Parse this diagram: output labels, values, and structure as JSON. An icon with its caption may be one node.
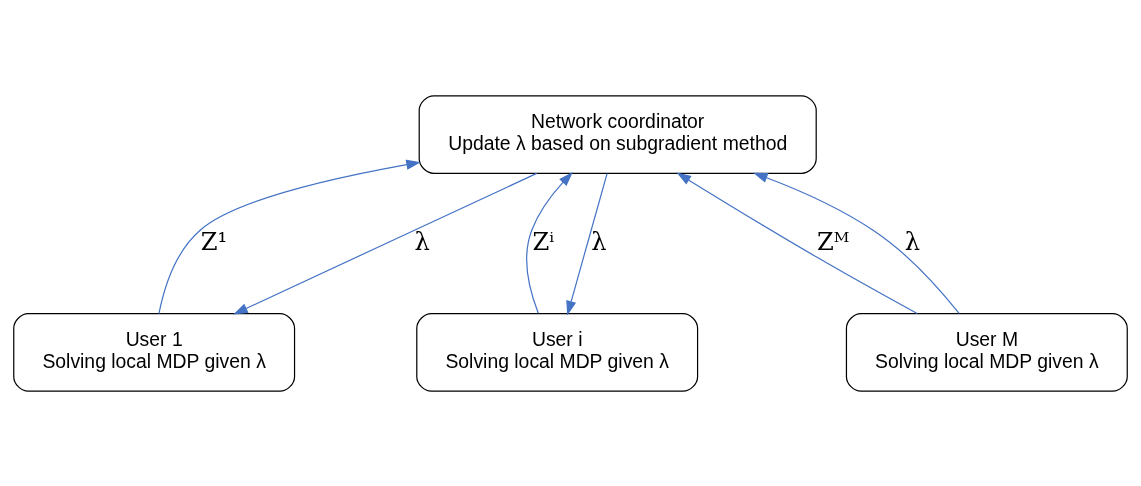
{
  "diagram": {
    "nodes": [
      {
        "text": [
          "Network coordinator",
          "Update λ based on subgradient method"
        ]
      },
      {
        "text": [
          "User 1",
          "Solving local MDP given λ"
        ]
      },
      {
        "text": [
          "User i",
          "Solving local MDP given λ"
        ]
      },
      {
        "text": [
          "User M",
          "Solving local MDP given λ"
        ]
      }
    ],
    "edges": [
      {
        "from": 1,
        "to": 0,
        "arrow": "to",
        "label": "Z¹"
      },
      {
        "from": 0,
        "to": 1,
        "arrow": "to",
        "label": "λ"
      },
      {
        "from": 2,
        "to": 0,
        "arrow": "to",
        "label": "Zⁱ"
      },
      {
        "from": 0,
        "to": 2,
        "arrow": "to",
        "label": "λ"
      },
      {
        "from": 3,
        "to": 0,
        "arrow": "to",
        "label": "Zᴹ"
      },
      {
        "from": 3,
        "to": 0,
        "arrow": "to",
        "label": "λ"
      }
    ]
  }
}
